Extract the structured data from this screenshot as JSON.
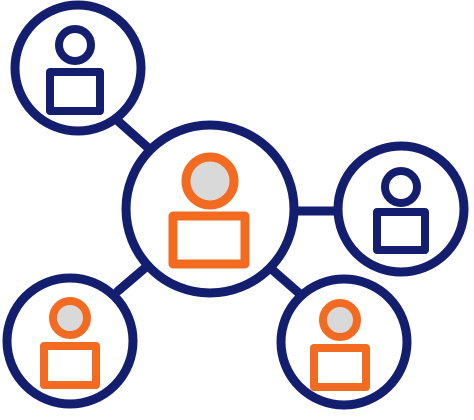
{
  "icon": {
    "name": "people-network-icon",
    "colors": {
      "outline": "#131E6E",
      "accent": "#F26B21",
      "shade": "#D9D9D9",
      "background": "#FFFFFF"
    },
    "nodes": [
      {
        "id": "top-left",
        "style": "outline"
      },
      {
        "id": "center",
        "style": "accent"
      },
      {
        "id": "right",
        "style": "outline"
      },
      {
        "id": "bottom-left",
        "style": "accent"
      },
      {
        "id": "bottom-right",
        "style": "accent"
      }
    ]
  }
}
